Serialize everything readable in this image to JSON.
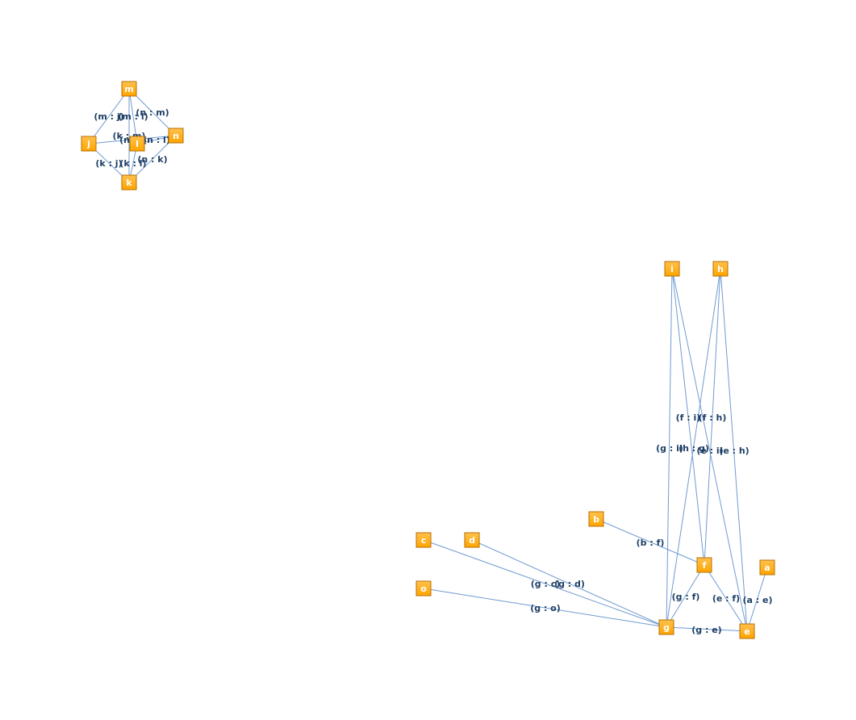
{
  "colors": {
    "node_fill": "#ffa500",
    "node_fill_light": "#ffc14d",
    "node_border": "#b86e00",
    "node_label": "#ffffff",
    "edge": "#6f9bd1",
    "edge_label": "#1f3f66",
    "background": "#ffffff"
  },
  "graph": {
    "nodes": [
      {
        "id": "m",
        "label": "m"
      },
      {
        "id": "j",
        "label": "j"
      },
      {
        "id": "l",
        "label": "l"
      },
      {
        "id": "n",
        "label": "n"
      },
      {
        "id": "k",
        "label": "k"
      },
      {
        "id": "i",
        "label": "i"
      },
      {
        "id": "h",
        "label": "h"
      },
      {
        "id": "b",
        "label": "b"
      },
      {
        "id": "c",
        "label": "c"
      },
      {
        "id": "d",
        "label": "d"
      },
      {
        "id": "o",
        "label": "o"
      },
      {
        "id": "f",
        "label": "f"
      },
      {
        "id": "a",
        "label": "a"
      },
      {
        "id": "g",
        "label": "g"
      },
      {
        "id": "e",
        "label": "e"
      }
    ],
    "edges": [
      {
        "source": "m",
        "target": "j",
        "label": "(m : j)"
      },
      {
        "source": "m",
        "target": "l",
        "label": "(m : l)"
      },
      {
        "source": "n",
        "target": "m",
        "label": "(n : m)"
      },
      {
        "source": "k",
        "target": "m",
        "label": "(k : m)"
      },
      {
        "source": "n",
        "target": "j",
        "label": "(n : j)"
      },
      {
        "source": "n",
        "target": "l",
        "label": "(n : l)"
      },
      {
        "source": "k",
        "target": "j",
        "label": "(k : j)"
      },
      {
        "source": "k",
        "target": "l",
        "label": "(k : l)"
      },
      {
        "source": "n",
        "target": "k",
        "label": "(n : k)"
      },
      {
        "source": "f",
        "target": "i",
        "label": "(f : i)"
      },
      {
        "source": "f",
        "target": "h",
        "label": "(f : h)"
      },
      {
        "source": "g",
        "target": "i",
        "label": "(g : i)"
      },
      {
        "source": "h",
        "target": "g",
        "label": "(h : g)"
      },
      {
        "source": "e",
        "target": "i",
        "label": "(e : i)"
      },
      {
        "source": "e",
        "target": "h",
        "label": "(e : h)"
      },
      {
        "source": "b",
        "target": "f",
        "label": "(b : f)"
      },
      {
        "source": "g",
        "target": "c",
        "label": "(g : c)"
      },
      {
        "source": "g",
        "target": "d",
        "label": "(g : d)"
      },
      {
        "source": "g",
        "target": "o",
        "label": "(g : o)"
      },
      {
        "source": "g",
        "target": "f",
        "label": "(g : f)"
      },
      {
        "source": "e",
        "target": "f",
        "label": "(e : f)"
      },
      {
        "source": "a",
        "target": "e",
        "label": "(a : e)"
      },
      {
        "source": "g",
        "target": "e",
        "label": "(g : e)"
      }
    ]
  }
}
